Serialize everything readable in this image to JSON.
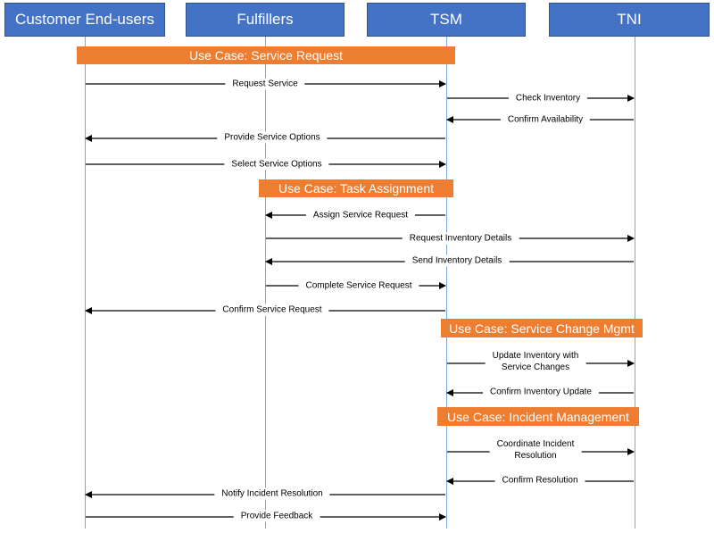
{
  "actors": {
    "customer": "Customer End-users",
    "fulfillers": "Fulfillers",
    "tsm": "TSM",
    "tni": "TNI"
  },
  "use_cases": {
    "service_request": "Use Case: Service Request",
    "task_assignment": "Use Case: Task Assignment",
    "service_change": "Use Case: Service Change Mgmt",
    "incident_management": "Use Case: Incident Management"
  },
  "messages": {
    "request_service": "Request Service",
    "check_inventory": "Check Inventory",
    "confirm_availability": "Confirm Availability",
    "provide_service_options": "Provide Service Options",
    "select_service_options": "Select Service Options",
    "assign_service_request": "Assign Service Request",
    "request_inventory_details": "Request Inventory Details",
    "send_inventory_details": "Send Inventory Details",
    "complete_service_request": "Complete Service Request",
    "confirm_service_request": "Confirm Service Request",
    "update_inventory_line1": "Update Inventory with",
    "update_inventory_line2": "Service Changes",
    "confirm_inventory_update": "Confirm Inventory Update",
    "coordinate_incident_line1": "Coordinate Incident",
    "coordinate_incident_line2": "Resolution",
    "confirm_resolution": "Confirm Resolution",
    "notify_incident_resolution": "Notify Incident Resolution",
    "provide_feedback": "Provide Feedback"
  }
}
